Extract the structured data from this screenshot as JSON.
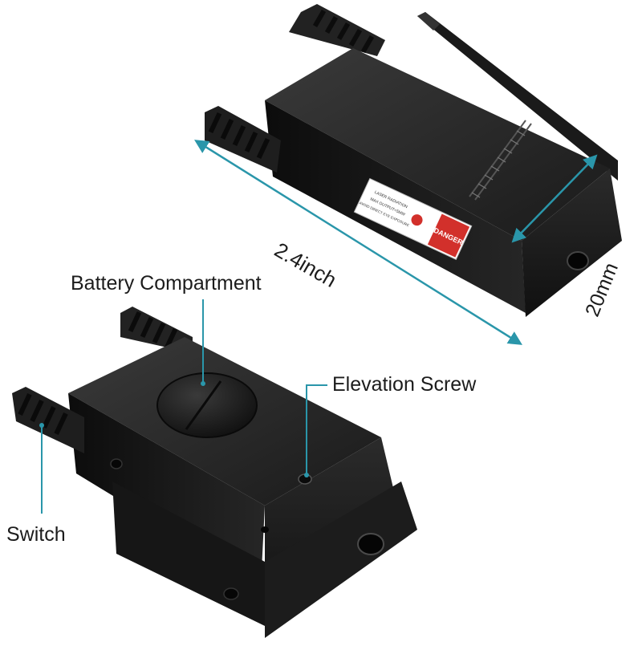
{
  "labels": {
    "length": "2.4inch",
    "width": "20mm",
    "battery": "Battery Compartment",
    "elevation": "Elevation Screw",
    "switch": "Switch"
  },
  "warning_label": {
    "danger": "DANGER",
    "line1": "LASER RADIATION",
    "line2": "MAX OUTPUT<5MW",
    "line3": "AVOID DIRECT EYE EXPOSURE"
  },
  "colors": {
    "annotation": "#2a96aa",
    "body": "#141414",
    "danger": "#d2302b",
    "text": "#1c1c1c"
  }
}
